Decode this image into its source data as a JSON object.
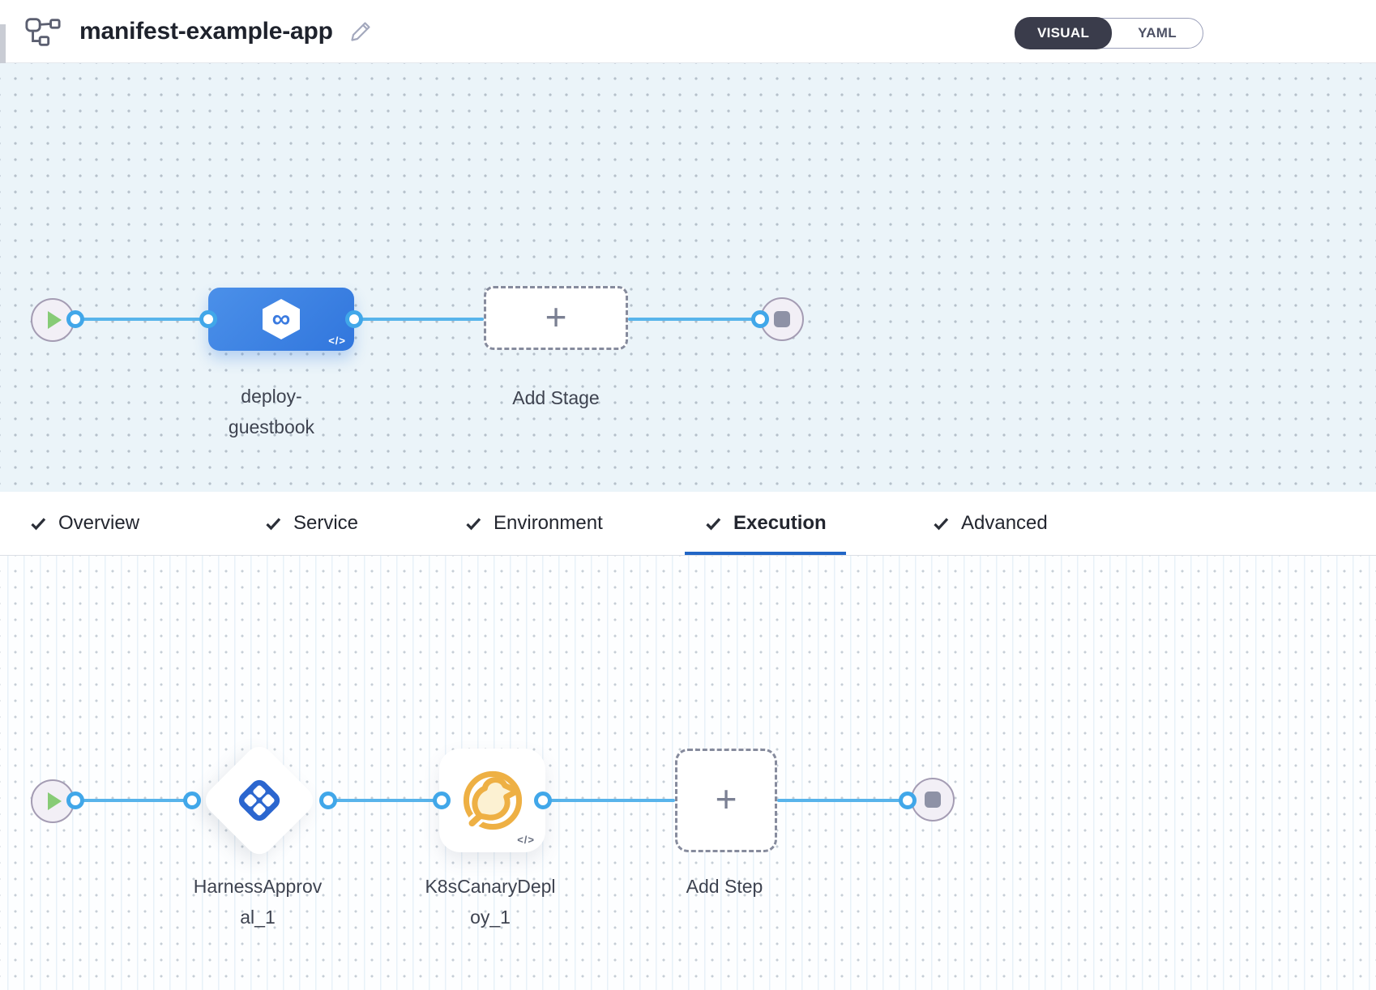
{
  "header": {
    "icon": "pipeline-icon",
    "title": "manifest-example-app",
    "edit_icon": "edit-pencil-icon",
    "view_toggle": {
      "options": [
        "VISUAL",
        "YAML"
      ],
      "active": "VISUAL"
    }
  },
  "icons": {
    "plus": "+",
    "infinity": "∞"
  },
  "stage_canvas": {
    "start_node": "play",
    "stage": {
      "name": "deploy-guestbook",
      "icon": "cd-stage-infinity-hexagon-icon",
      "code_badge": "</>"
    },
    "add_stage": {
      "label": "Add Stage"
    },
    "end_node": "stop"
  },
  "tabs": {
    "items": [
      {
        "label": "Overview",
        "checked": true,
        "active": false
      },
      {
        "label": "Service",
        "checked": true,
        "active": false
      },
      {
        "label": "Environment",
        "checked": true,
        "active": false
      },
      {
        "label": "Execution",
        "checked": true,
        "active": true
      },
      {
        "label": "Advanced",
        "checked": true,
        "active": false
      }
    ]
  },
  "execution_canvas": {
    "start_node": "play",
    "steps": [
      {
        "name": "HarnessApproval_1",
        "icon": "approval-diamond-icon",
        "type": "approval"
      },
      {
        "name": "K8sCanaryDeploy_1",
        "icon": "canary-bird-icon",
        "code_badge": "</>",
        "type": "k8s-canary"
      }
    ],
    "add_step": {
      "label": "Add Step"
    },
    "end_node": "stop"
  },
  "colors": {
    "accent_blue": "#3B82E0",
    "connector_blue": "#58B4EB",
    "tab_underline_blue": "#2166C6",
    "play_green": "#87CB76",
    "canary_yellow": "#EEB044",
    "approval_blue": "#2B66CF",
    "canvas_upper_bg": "#EBF4F9",
    "canvas_lower_bg": "#FDFEFF"
  }
}
